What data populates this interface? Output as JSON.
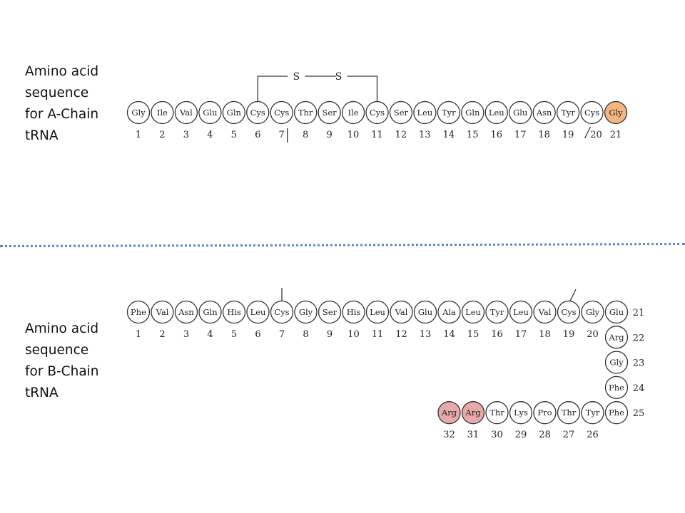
{
  "labels": {
    "a_chain": [
      "Amino acid",
      "sequence",
      "for A-Chain",
      "tRNA"
    ],
    "b_chain": [
      "Amino acid",
      "sequence",
      "for B-Chain",
      "tRNA"
    ]
  },
  "disulfide_label": "S",
  "colors": {
    "default_fill": "#ffffff",
    "highlight_orange": "#f4b67f",
    "highlight_pink": "#e8a9a9",
    "divider": "#5b87c5"
  },
  "a_chain": {
    "residues": [
      {
        "name": "Gly",
        "num": "1"
      },
      {
        "name": "Ile",
        "num": "2"
      },
      {
        "name": "Val",
        "num": "3"
      },
      {
        "name": "Glu",
        "num": "4"
      },
      {
        "name": "Gln",
        "num": "5"
      },
      {
        "name": "Cys",
        "num": "6"
      },
      {
        "name": "Cys",
        "num": "7"
      },
      {
        "name": "Thr",
        "num": "8"
      },
      {
        "name": "Ser",
        "num": "9"
      },
      {
        "name": "Ile",
        "num": "10"
      },
      {
        "name": "Cys",
        "num": "11"
      },
      {
        "name": "Ser",
        "num": "12"
      },
      {
        "name": "Leu",
        "num": "13"
      },
      {
        "name": "Tyr",
        "num": "14"
      },
      {
        "name": "Gln",
        "num": "15"
      },
      {
        "name": "Leu",
        "num": "16"
      },
      {
        "name": "Glu",
        "num": "17"
      },
      {
        "name": "Asn",
        "num": "18"
      },
      {
        "name": "Tyr",
        "num": "19"
      },
      {
        "name": "Cys",
        "num": "20"
      },
      {
        "name": "Gly",
        "num": "21",
        "highlight": "orange"
      }
    ]
  },
  "b_chain": {
    "residues": [
      {
        "name": "Phe",
        "num": "1"
      },
      {
        "name": "Val",
        "num": "2"
      },
      {
        "name": "Asn",
        "num": "3"
      },
      {
        "name": "Gln",
        "num": "4"
      },
      {
        "name": "His",
        "num": "5"
      },
      {
        "name": "Leu",
        "num": "6"
      },
      {
        "name": "Cys",
        "num": "7"
      },
      {
        "name": "Gly",
        "num": "8"
      },
      {
        "name": "Ser",
        "num": "9"
      },
      {
        "name": "His",
        "num": "10"
      },
      {
        "name": "Leu",
        "num": "11"
      },
      {
        "name": "Val",
        "num": "12"
      },
      {
        "name": "Glu",
        "num": "13"
      },
      {
        "name": "Ala",
        "num": "14"
      },
      {
        "name": "Leu",
        "num": "15"
      },
      {
        "name": "Tyr",
        "num": "16"
      },
      {
        "name": "Leu",
        "num": "17"
      },
      {
        "name": "Val",
        "num": "18"
      },
      {
        "name": "Cys",
        "num": "19"
      },
      {
        "name": "Gly",
        "num": "20"
      },
      {
        "name": "Glu",
        "num": "21"
      },
      {
        "name": "Arg",
        "num": "22"
      },
      {
        "name": "Gly",
        "num": "23"
      },
      {
        "name": "Phe",
        "num": "24"
      },
      {
        "name": "Phe",
        "num": "25"
      },
      {
        "name": "Tyr",
        "num": "26"
      },
      {
        "name": "Thr",
        "num": "27"
      },
      {
        "name": "Pro",
        "num": "28"
      },
      {
        "name": "Lys",
        "num": "29"
      },
      {
        "name": "Thr",
        "num": "30"
      },
      {
        "name": "Arg",
        "num": "31",
        "highlight": "pink"
      },
      {
        "name": "Arg",
        "num": "32",
        "highlight": "pink"
      }
    ]
  }
}
